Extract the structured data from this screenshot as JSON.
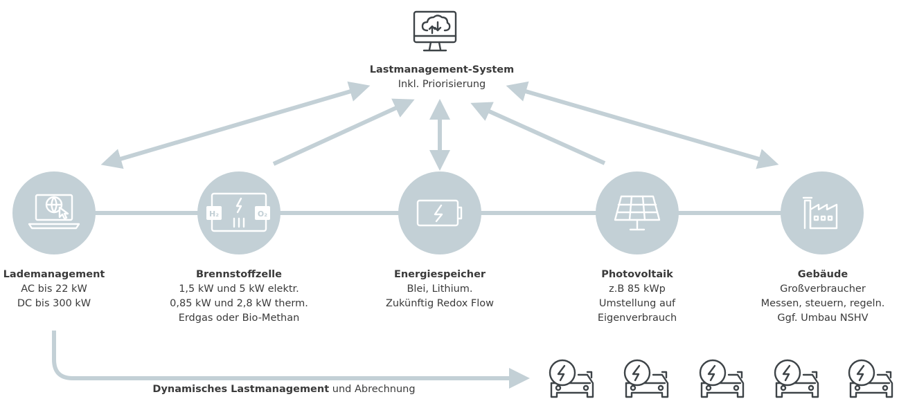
{
  "system": {
    "title": "Lastmanagement-System",
    "subtitle": "Inkl. Priorisierung",
    "icon": "cloud-monitor-icon"
  },
  "nodes": [
    {
      "id": "lademanagement",
      "icon": "laptop-globe-icon",
      "title": "Lademanagement",
      "lines": [
        "AC bis 22 kW",
        "DC bis 300 kW"
      ]
    },
    {
      "id": "brennstoffzelle",
      "icon": "fuel-cell-icon",
      "title": "Brennstoffzelle",
      "lines": [
        "1,5 kW und 5 kW elektr.",
        "0,85 kW und 2,8 kW therm.",
        "Erdgas oder Bio-Methan"
      ],
      "icon_text": {
        "left": "H₂",
        "right": "O₂"
      }
    },
    {
      "id": "energiespeicher",
      "icon": "battery-icon",
      "title": "Energiespeicher",
      "lines": [
        "Blei, Lithium.",
        "Zukünftig Redox Flow"
      ]
    },
    {
      "id": "photovoltaik",
      "icon": "solar-panel-icon",
      "title": "Photovoltaik",
      "lines": [
        "z.B 85 kWp",
        "Umstellung auf",
        "Eigenverbrauch"
      ]
    },
    {
      "id": "gebaeude",
      "icon": "factory-icon",
      "title": "Gebäude",
      "lines": [
        "Großverbraucher",
        "Messen, steuern, regeln.",
        "Ggf. Umbau NSHV"
      ]
    }
  ],
  "bottom": {
    "bold": "Dynamisches Lastmanagement",
    "rest": " und Abrechnung"
  },
  "cars": {
    "count": 5,
    "icon": "electric-car-icon"
  },
  "colors": {
    "circle": "#c3d0d6",
    "arrow": "#c3d0d6",
    "text": "#3a3a3a",
    "icon_dark": "#3d4347"
  }
}
